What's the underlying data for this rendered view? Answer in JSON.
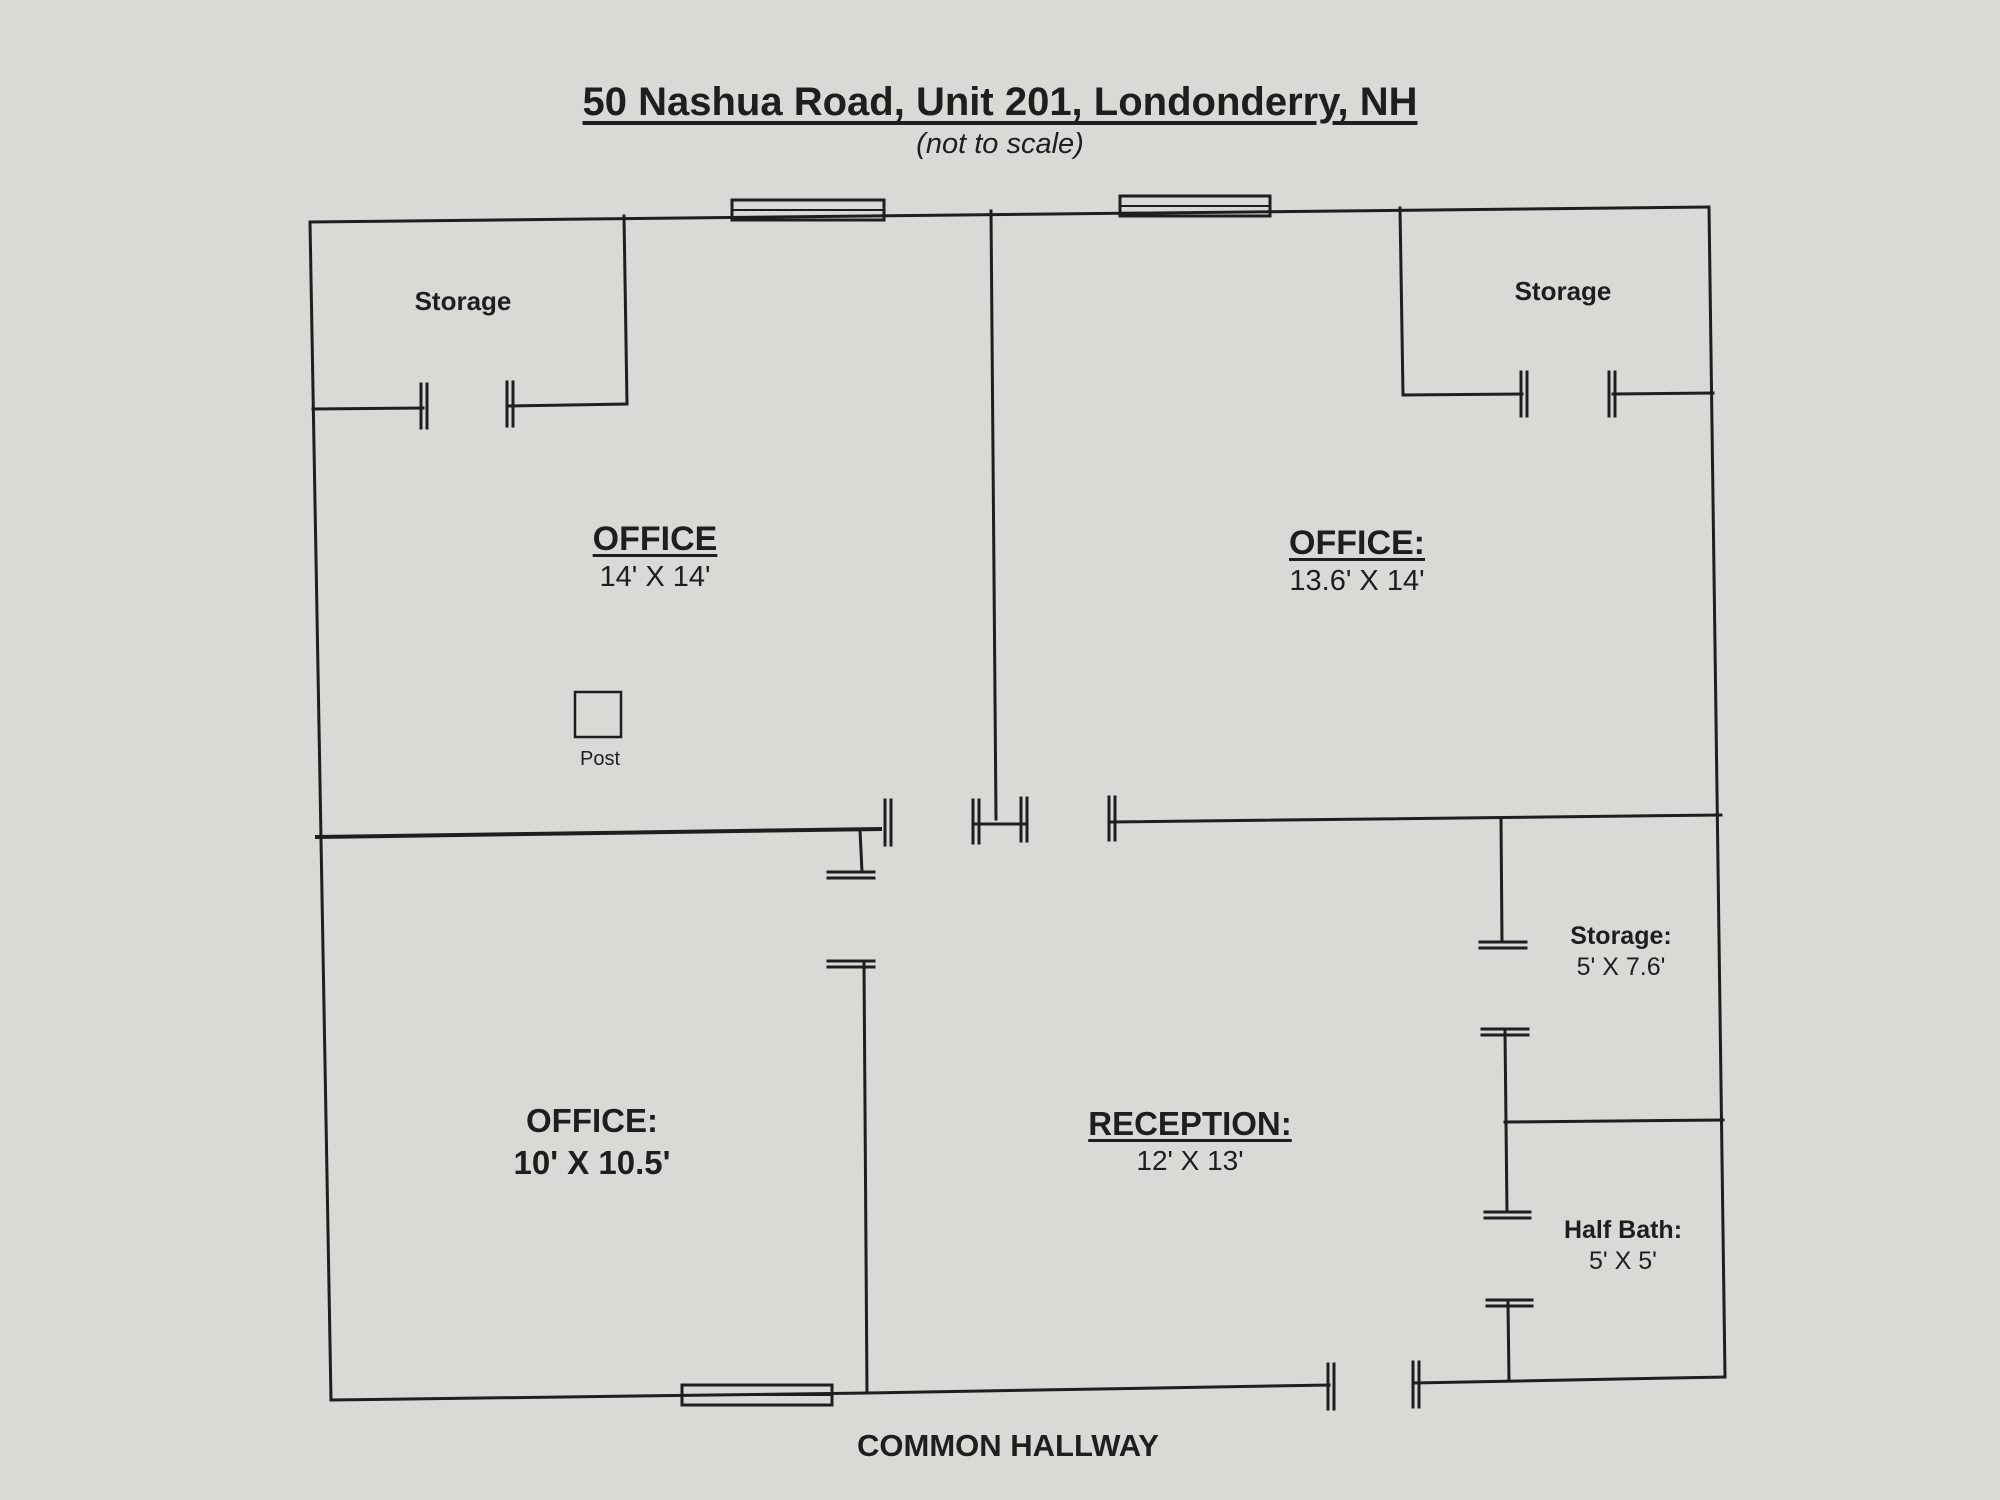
{
  "plan": {
    "title": "50 Nashua Road, Unit 201, Londonderry, NH",
    "subtitle": "(not to scale)",
    "rooms": {
      "storage_top_left": {
        "name": "Storage"
      },
      "storage_top_right": {
        "name": "Storage"
      },
      "office_top_left": {
        "name": "OFFICE",
        "size": "14' X 14'"
      },
      "office_top_right": {
        "name": "OFFICE:",
        "size": "13.6' X 14'"
      },
      "office_bottom_left": {
        "name": "OFFICE:",
        "size": "10' X 10.5'"
      },
      "reception": {
        "name": "RECEPTION:",
        "size": "12' X 13'"
      },
      "storage_small": {
        "name": "Storage:",
        "size": "5' X 7.6'"
      },
      "half_bath": {
        "name": "Half Bath:",
        "size": "5' X 5'"
      }
    },
    "post_label": "Post",
    "hallway_label": "COMMON HALLWAY",
    "colors": {
      "paper": "#d9dad5",
      "ink": "#1e1e1e"
    }
  }
}
